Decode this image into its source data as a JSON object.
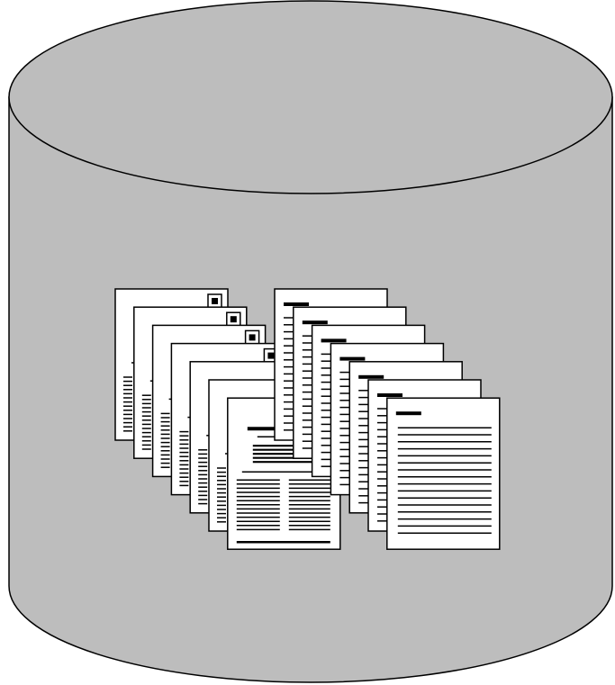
{
  "diagram": {
    "cylinder": {
      "fill": "#bdbdbd",
      "stroke": "#000000"
    },
    "page_fill": "#ffffff",
    "ink": "#000000",
    "stacks": [
      {
        "kind": "two-column-document-with-stamp",
        "count": 7
      },
      {
        "kind": "single-column-document-with-heading",
        "count": 7
      }
    ]
  }
}
